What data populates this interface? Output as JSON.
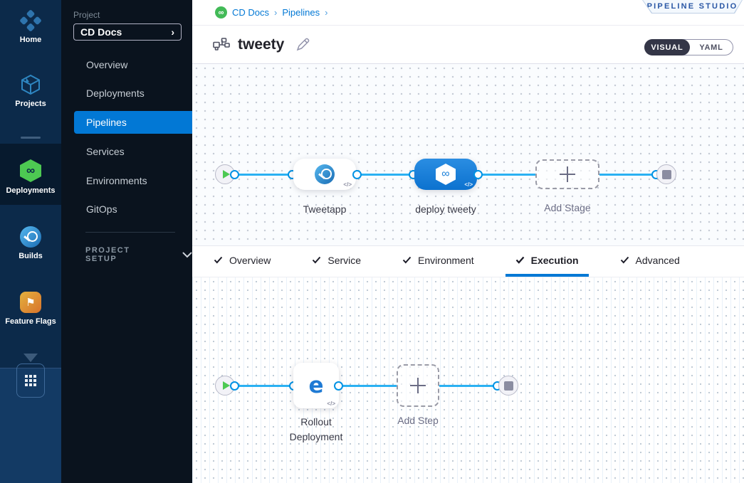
{
  "colors": {
    "accent_blue": "#0278d5",
    "connector_blue": "#2bb1f2",
    "port_blue": "#0092e4",
    "success_green": "#4dc952",
    "rail_bg": "#0c2a4a",
    "project_sidebar_bg": "#0a131e",
    "stage_node_blue": "#0c72cf",
    "badge_text": "#2a57a5"
  },
  "icons": {
    "infinity": "∞",
    "flag": "⚑",
    "chevron_right": "›",
    "chevron_down": "⌄",
    "code_glyph": "</>",
    "rollout_glyph": "e"
  },
  "rail": {
    "items": [
      {
        "label": "Home"
      },
      {
        "label": "Projects"
      },
      {
        "label": "Deployments",
        "active": true
      },
      {
        "label": "Builds"
      },
      {
        "label": "Feature Flags"
      }
    ]
  },
  "project_nav": {
    "section_label": "Project",
    "project_name": "CD Docs",
    "items": [
      {
        "label": "Overview"
      },
      {
        "label": "Deployments"
      },
      {
        "label": "Pipelines",
        "active": true
      },
      {
        "label": "Services"
      },
      {
        "label": "Environments"
      },
      {
        "label": "GitOps"
      }
    ],
    "setup_label": "PROJECT SETUP"
  },
  "breadcrumb": {
    "items": [
      {
        "label": "CD Docs"
      },
      {
        "label": "Pipelines"
      }
    ],
    "separator": "›"
  },
  "header": {
    "title": "tweety",
    "studio_badge": "PIPELINE STUDIO",
    "view_toggle": {
      "visual": "VISUAL",
      "yaml": "YAML"
    }
  },
  "stage_pipeline": {
    "nodes": [
      {
        "label": "Tweetapp",
        "type": "ci-stage"
      },
      {
        "label": "deploy tweety",
        "type": "cd-stage"
      },
      {
        "label": "Add Stage",
        "type": "add"
      }
    ]
  },
  "tabs": [
    {
      "label": "Overview",
      "checked": true
    },
    {
      "label": "Service",
      "checked": true
    },
    {
      "label": "Environment",
      "checked": true
    },
    {
      "label": "Execution",
      "checked": true,
      "active": true
    },
    {
      "label": "Advanced",
      "checked": true
    }
  ],
  "execution_pipeline": {
    "nodes": [
      {
        "label": "Rollout Deployment",
        "type": "k8s-rollout-step"
      },
      {
        "label": "Add Step",
        "type": "add"
      }
    ]
  }
}
